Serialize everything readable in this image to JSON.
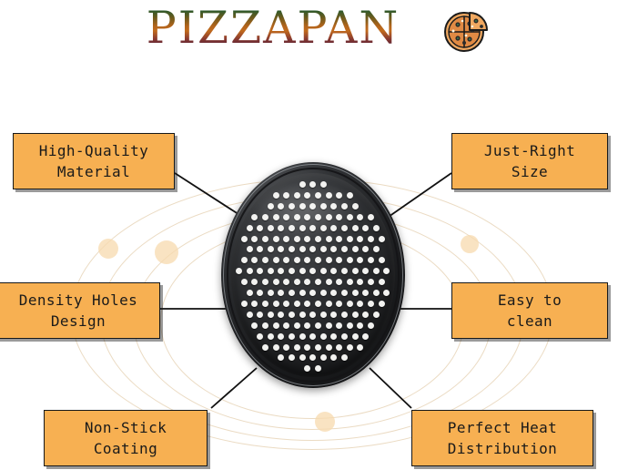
{
  "header": {
    "brand_title": "PIZZAPAN",
    "icon": "pizza-slice-icon"
  },
  "product": {
    "name": "perforated-pizza-pan",
    "body_color": "#1e1f21",
    "rim_highlight_color": "#bec3c8",
    "hole_color": "#f2f2f0"
  },
  "theme": {
    "background": "#ffffff",
    "label_fill": "#f7b052",
    "label_border": "#16181a",
    "label_text": "#1a1a1a",
    "orbit_line": "#e8d5b8",
    "orbit_dot": "#f7d9ae",
    "connector_line": "#111111",
    "title_gradient_top": "#13482a",
    "title_gradient_mid": "#b3641b",
    "title_gradient_bottom": "#2b0d26"
  },
  "features": [
    {
      "id": "high-quality-material",
      "line1": "High-Quality",
      "line2": "Material"
    },
    {
      "id": "just-right-size",
      "line1": "Just-Right",
      "line2": "Size"
    },
    {
      "id": "density-holes-design",
      "line1": "Density Holes",
      "line2": "Design"
    },
    {
      "id": "easy-to-clean",
      "line1": "Easy to",
      "line2": "clean"
    },
    {
      "id": "non-stick-coating",
      "line1": "Non-Stick",
      "line2": "Coating"
    },
    {
      "id": "perfect-heat-distribution",
      "line1": "Perfect Heat",
      "line2": "Distribution"
    }
  ]
}
